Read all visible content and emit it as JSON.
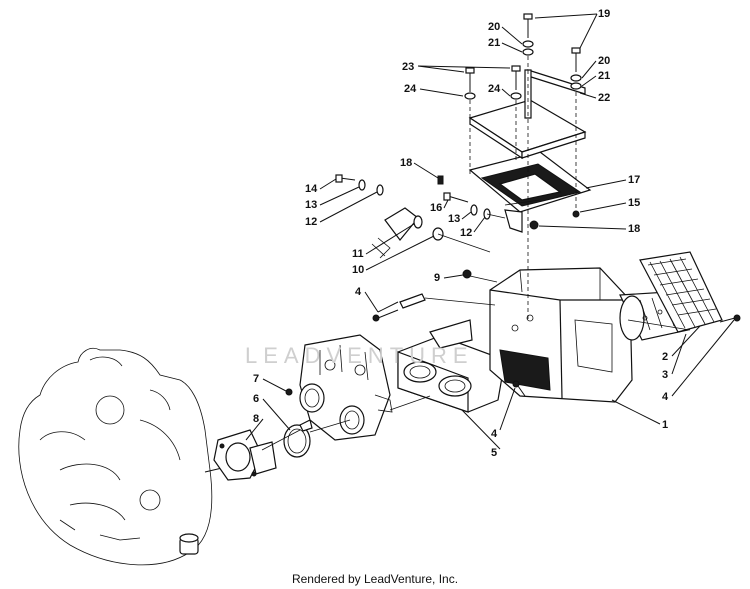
{
  "footer": "Rendered by LeadVenture, Inc.",
  "watermark": "LEADVENTURE",
  "callouts": [
    "1",
    "2",
    "3",
    "4",
    "4",
    "4",
    "5",
    "6",
    "7",
    "8",
    "9",
    "10",
    "11",
    "12",
    "12",
    "13",
    "13",
    "14",
    "15",
    "16",
    "17",
    "18",
    "18",
    "19",
    "20",
    "20",
    "21",
    "21",
    "22",
    "23",
    "24",
    "24"
  ]
}
